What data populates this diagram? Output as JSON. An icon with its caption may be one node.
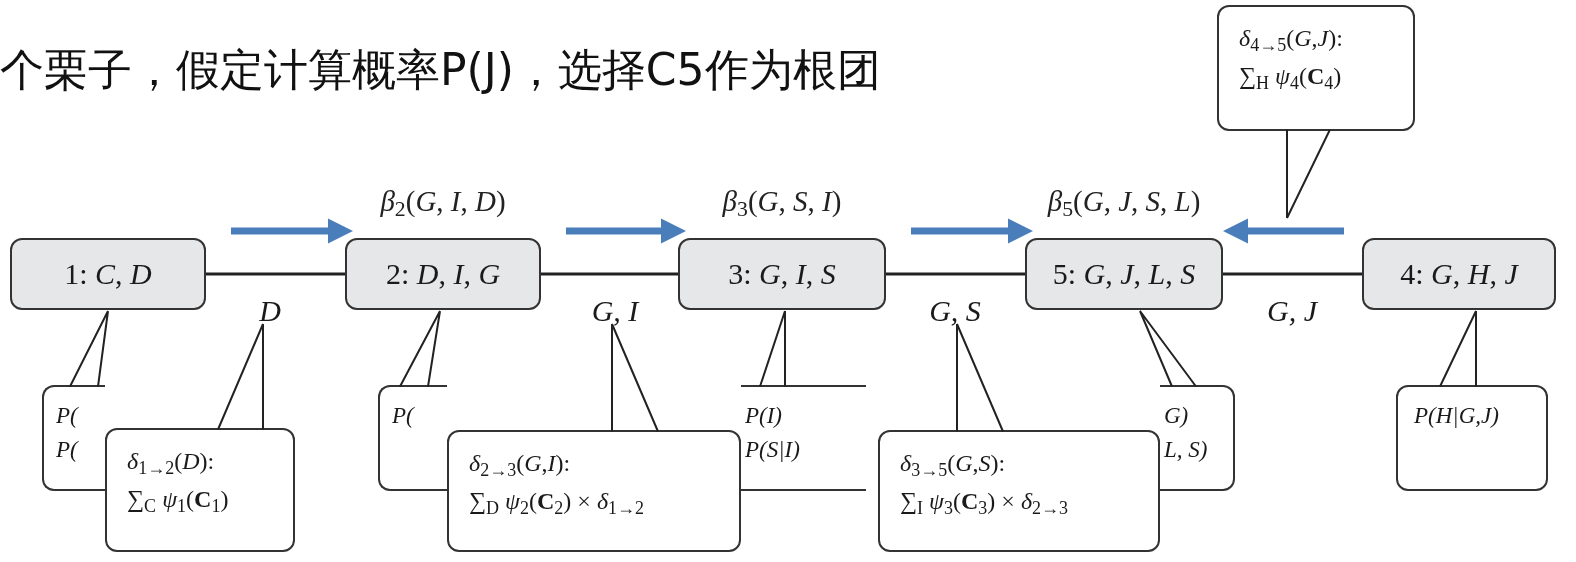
{
  "diagram": {
    "title": "个栗子，假定计算概率P(J)，选择C5作为根团",
    "nodes": [
      {
        "text": [
          "1: *C*, *D*"
        ]
      },
      {
        "text": [
          "2: *D*, *I*, *G*"
        ],
        "beside": [
          "*β*$_{2}$(*G*, *I*, *D*)"
        ]
      },
      {
        "text": [
          "3: *G*, *I*, *S*"
        ],
        "beside": [
          "*β*$_{3}$(*G*, *S*, *I*)"
        ]
      },
      {
        "text": [
          "5: *G*, *J*, *L*, *S*"
        ],
        "beside": [
          "*β*$_{5}$(*G*, *J*, *S*, *L*)"
        ]
      },
      {
        "text": [
          "4: *G*, *H*, *J*"
        ]
      },
      {
        "text": [
          "D"
        ]
      },
      {
        "text": [
          "G, I"
        ]
      },
      {
        "text": [
          "G, S"
        ]
      },
      {
        "text": [
          "G, J"
        ]
      },
      {
        "text": [
          "P(",
          "P("
        ]
      },
      {
        "text": [
          "P("
        ]
      },
      {
        "text": [
          "P(I)",
          "P(S|I)"
        ]
      },
      {
        "text": [
          "G)",
          "L, S)"
        ]
      },
      {
        "text": [
          "P(H|G,J)"
        ]
      },
      {
        "text": [
          "*δ*$_{1→2}$(*D*):",
          "∑$_{C}$ *ψ*$_{1}$(**C**$_{1}$)"
        ]
      },
      {
        "text": [
          "*δ*$_{2→3}$(*G*,*I*):",
          "∑$_{D}$ *ψ*$_{2}$(**C**$_{2}$) × *δ*$_{1→2}$"
        ]
      },
      {
        "text": [
          "*δ*$_{3→5}$(*G*,*S*):",
          "∑$_{I}$ *ψ*$_{3}$(**C**$_{3}$) × *δ*$_{2→3}$"
        ]
      },
      {
        "text": [
          "*δ*$_{4→5}$(*G*,*J*):",
          "∑$_{H}$ *ψ*$_{4}$(**C**$_{4}$)"
        ]
      }
    ],
    "edges": [
      {
        "from": 0,
        "to": 1,
        "arrow": "none"
      },
      {
        "from": 1,
        "to": 2,
        "arrow": "none"
      },
      {
        "from": 2,
        "to": 3,
        "arrow": "none"
      },
      {
        "from": 3,
        "to": 4,
        "arrow": "none"
      },
      {
        "from": 0,
        "to": 1,
        "arrow": "to",
        "style": "thick",
        "color": "#4a7ebb"
      },
      {
        "from": 1,
        "to": 2,
        "arrow": "to",
        "style": "thick",
        "color": "#4a7ebb"
      },
      {
        "from": 2,
        "to": 3,
        "arrow": "to",
        "style": "thick",
        "color": "#4a7ebb"
      },
      {
        "from": 4,
        "to": 3,
        "arrow": "to",
        "style": "thick",
        "color": "#4a7ebb"
      },
      {
        "from": 9,
        "to": 0,
        "arrow": "none"
      },
      {
        "from": 10,
        "to": 1,
        "arrow": "none"
      },
      {
        "from": 11,
        "to": 2,
        "arrow": "none"
      },
      {
        "from": 12,
        "to": 3,
        "arrow": "none"
      },
      {
        "from": 13,
        "to": 4,
        "arrow": "none"
      },
      {
        "from": 14,
        "to": 5,
        "arrow": "none"
      },
      {
        "from": 15,
        "to": 6,
        "arrow": "none"
      },
      {
        "from": 16,
        "to": 7,
        "arrow": "none"
      },
      {
        "from": 17,
        "to": null,
        "arrow": "none"
      }
    ]
  }
}
